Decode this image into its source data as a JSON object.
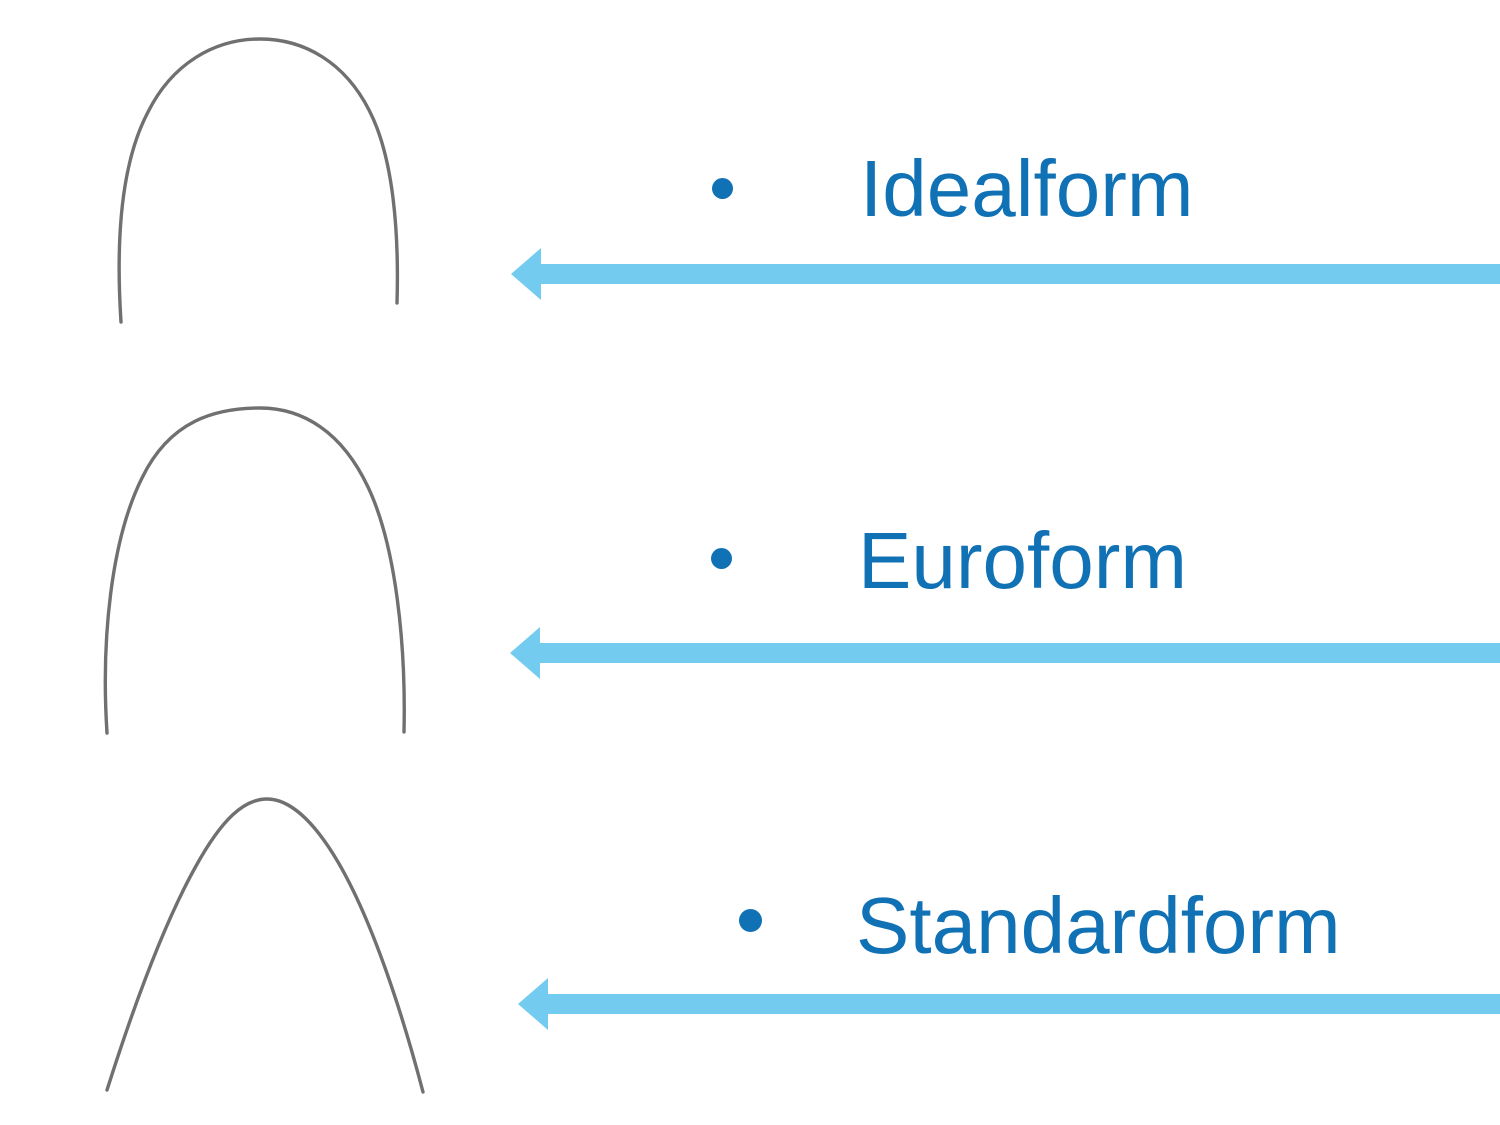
{
  "slide": {
    "background": "#FFFFFF",
    "colors": {
      "label_blue": "#1171B5",
      "arrow_blue": "#73CBEF",
      "wire_gray": "#707070"
    },
    "items": [
      {
        "label": "Idealform",
        "shape_icon": "archwire-idealform-icon",
        "arrow_icon": "left-arrow-icon"
      },
      {
        "label": "Euroform",
        "shape_icon": "archwire-euroform-icon",
        "arrow_icon": "left-arrow-icon"
      },
      {
        "label": "Standardform",
        "shape_icon": "archwire-standardform-icon",
        "arrow_icon": "left-arrow-icon"
      }
    ]
  }
}
